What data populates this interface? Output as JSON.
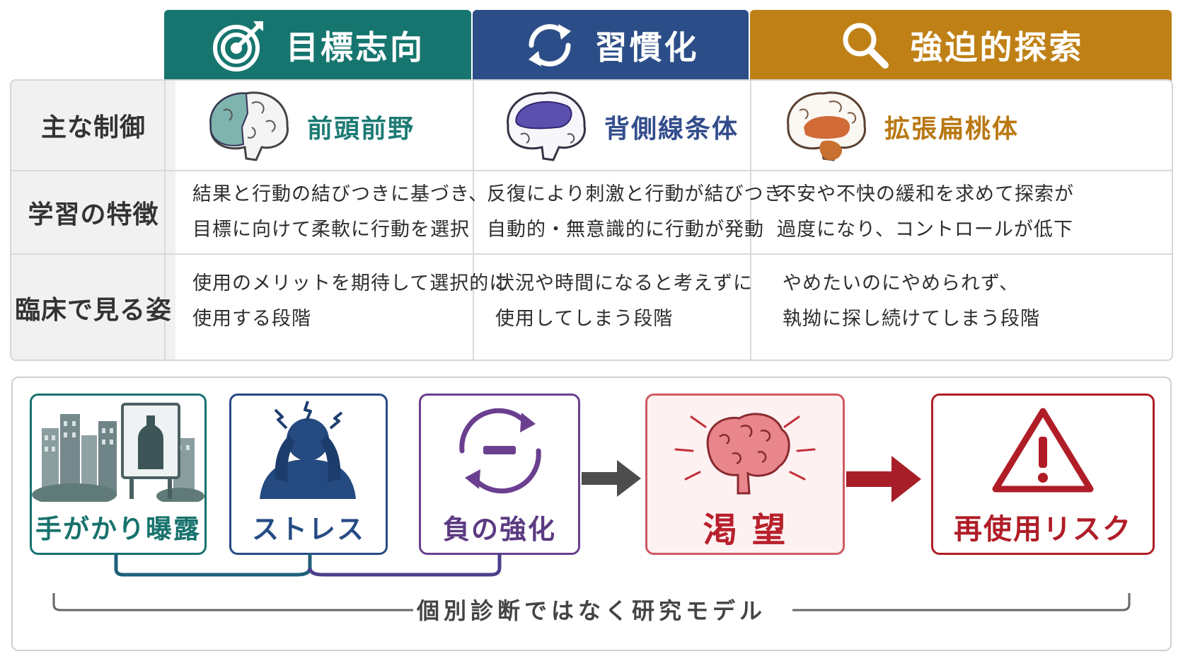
{
  "columns": [
    {
      "title": "目標志向",
      "icon": "target-icon",
      "color": "#16766f",
      "region": "前頭前野",
      "region_color": "#1d7b74"
    },
    {
      "title": "習慣化",
      "icon": "cycle-arrows-icon",
      "color": "#2c4e88",
      "region": "背側線条体",
      "region_color": "#334d8c"
    },
    {
      "title": "強迫的探索",
      "icon": "magnifier-icon",
      "color": "#bf8116",
      "region": "拡張扁桃体",
      "region_color": "#b97812"
    }
  ],
  "row_labels": [
    "主な制御",
    "学習の特徴",
    "臨床で見る姿"
  ],
  "learning": [
    [
      "結果と行動の結びつきに基づき、",
      "目標に向けて柔軟に行動を選択"
    ],
    [
      "反復により刺激と行動が結びつき、",
      "自動的・無意識的に行動が発動"
    ],
    [
      "不安や不快の緩和を求めて探索が",
      "過度になり、コントロールが低下"
    ]
  ],
  "clinical": [
    [
      "使用のメリットを期待して選択的に",
      "使用する段階"
    ],
    [
      "状況や時間になると考えずに",
      "使用してしまう段階"
    ],
    [
      "やめたいのにやめられず、",
      "執拗に探し続けてしまう段階"
    ]
  ],
  "flow": {
    "triggers": [
      {
        "label": "手がかり曝露",
        "icon": "city-billboard-bottle-icon",
        "color": "#17726d"
      },
      {
        "label": "ストレス",
        "icon": "stressed-person-icon",
        "color": "#264b83"
      },
      {
        "label": "負の強化",
        "icon": "minus-cycle-icon",
        "color": "#6a3f8f"
      }
    ],
    "craving": {
      "label": "渇 望",
      "icon": "brain-icon",
      "color": "#b8202b"
    },
    "relapse": {
      "label": "再使用リスク",
      "icon": "warning-icon",
      "color": "#b01d27"
    },
    "note": "個別診断ではなく研究モデル"
  }
}
